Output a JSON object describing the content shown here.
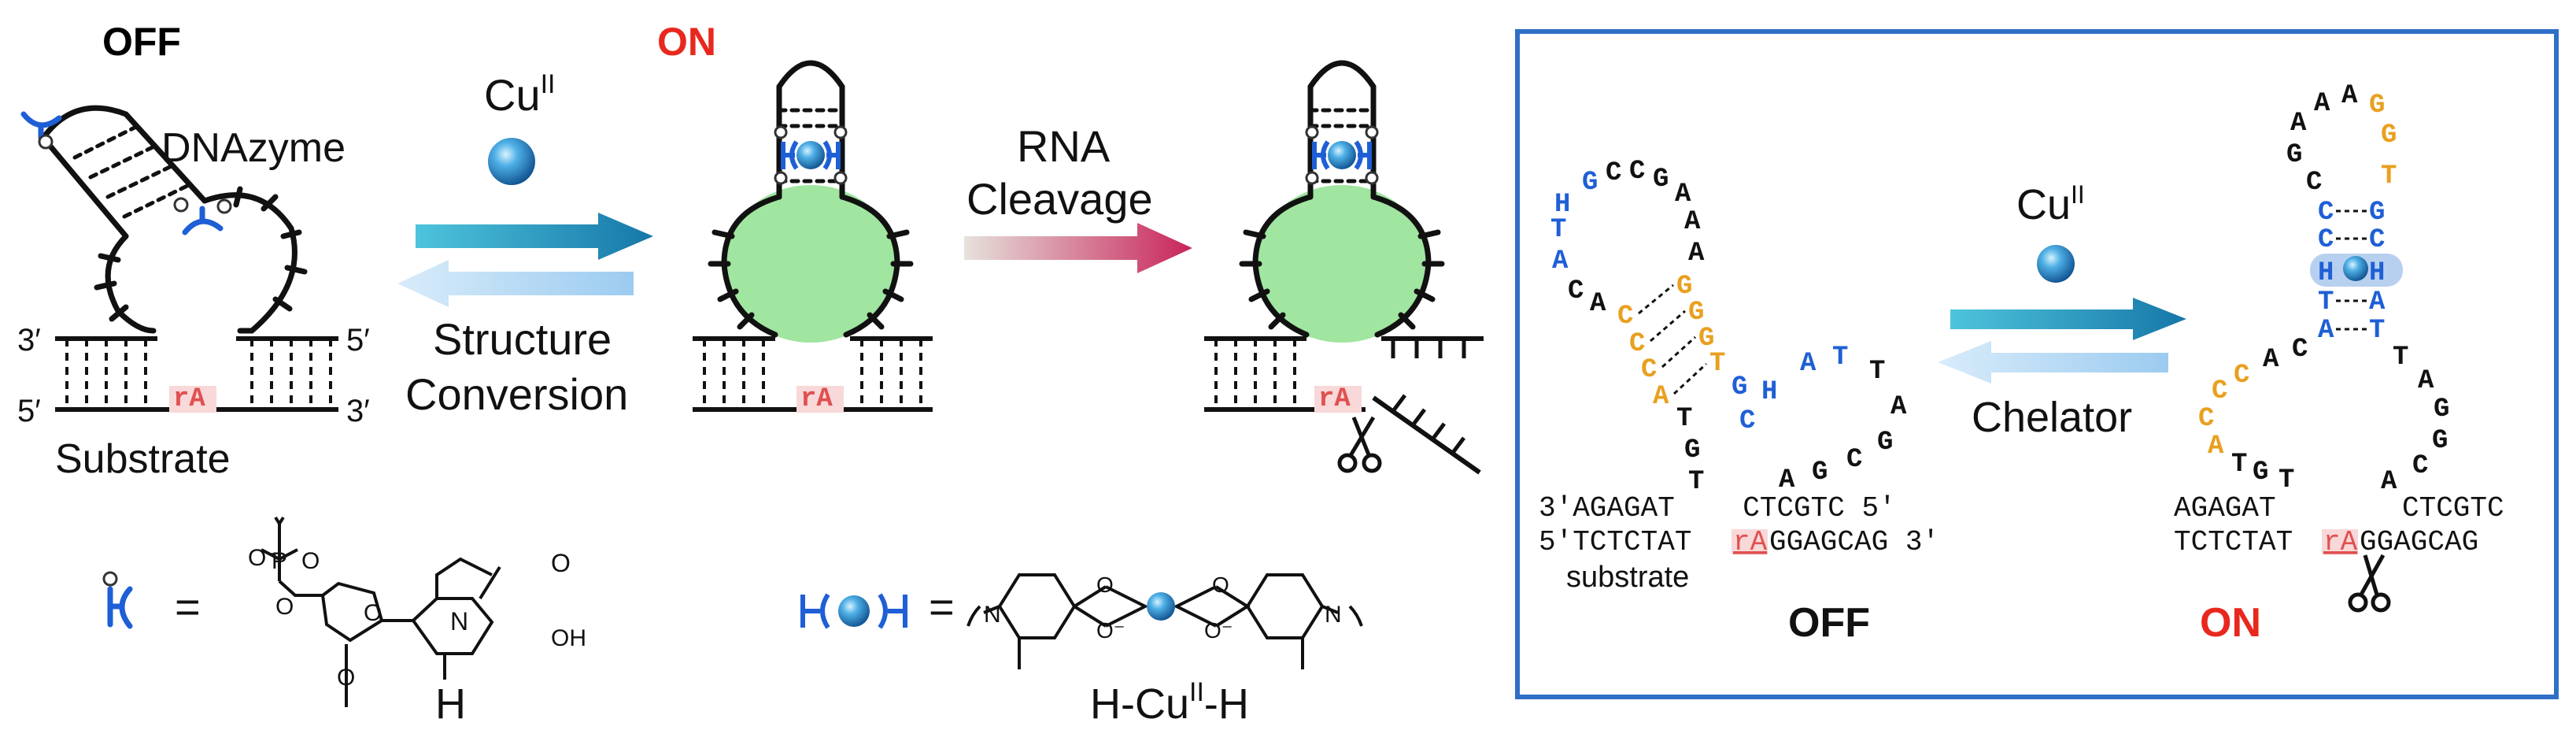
{
  "left_panel": {
    "state_off": "OFF",
    "state_on": "ON",
    "dnazyme_label": "DNAzyme",
    "substrate_label": "Substrate",
    "rA": "rA",
    "prime3": "3′",
    "prime5": "5′",
    "cu_label": "Cu",
    "cu_sup": "II",
    "structure_label_1": "Structure",
    "structure_label_2": "Conversion",
    "rna_label_1": "RNA",
    "rna_label_2": "Cleavage",
    "equals": "=",
    "h_label": "H",
    "hcuh_pre": "H-Cu",
    "hcuh_sup": "II",
    "hcuh_post": "-H",
    "chem_O": "O",
    "chem_OH": "OH",
    "chem_N": "N",
    "chem_P": "P"
  },
  "right_panel": {
    "cu_label": "Cu",
    "cu_sup": "II",
    "chelator_label": "Chelator",
    "off_label": "OFF",
    "on_label": "ON",
    "substrate_word": "substrate",
    "off_top_strand": "3′AGAGAT    CTCGTC 5′",
    "off_bottom_left": "5′TCTCTAT",
    "off_bottom_right": "GGAGCAG 3′",
    "on_top_left": "AGAGAT",
    "on_top_right": "CTCGTC",
    "on_bottom_left": "TCTCTAT",
    "on_bottom_right": "GGAGCAG",
    "rA": "rA"
  },
  "colors": {
    "blue_ligand": "#1f5fd6",
    "orange_bases": "#e8a020",
    "red_text": "#e8281e",
    "rA_red": "#e05050",
    "green_core": "#8fe08f",
    "frame_blue": "#2f6fc8",
    "arrow_teal": "#1a8fb0",
    "arrow_light": "#a8d4f0",
    "arrow_red": "#c8285a"
  }
}
